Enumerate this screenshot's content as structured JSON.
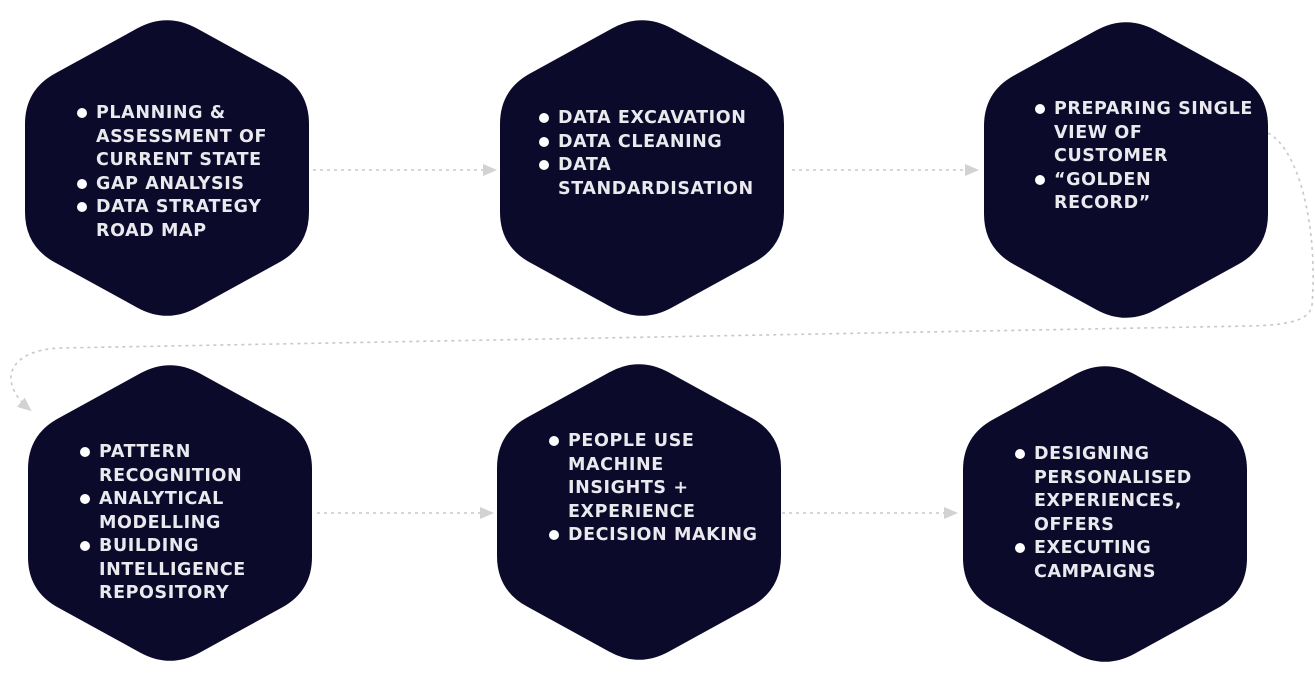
{
  "colors": {
    "hexagon_fill": "#0b0a2b",
    "text": "#e9e9ee",
    "bullet": "#ffffff",
    "connector": "#c8c8c8"
  },
  "steps": [
    {
      "items": [
        "PLANNING & ASSESSMENT OF CURRENT STATE",
        "GAP ANALYSIS",
        "DATA STRATEGY ROAD MAP"
      ]
    },
    {
      "items": [
        "DATA EXCAVATION",
        "DATA CLEANING",
        "DATA STANDARDISATION"
      ]
    },
    {
      "items": [
        "PREPARING SINGLE VIEW OF CUSTOMER",
        "“GOLDEN RECORD”"
      ]
    },
    {
      "items": [
        "PATTERN RECOGNITION",
        "ANALYTICAL MODELLING",
        "BUILDING INTELLIGENCE REPOSITORY"
      ]
    },
    {
      "items": [
        "PEOPLE USE MACHINE INSIGHTS + EXPERIENCE",
        "DECISION MAKING"
      ]
    },
    {
      "items": [
        "DESIGNING PERSONALISED EXPERIENCES, OFFERS",
        "EXECUTING CAMPAIGNS"
      ]
    }
  ]
}
